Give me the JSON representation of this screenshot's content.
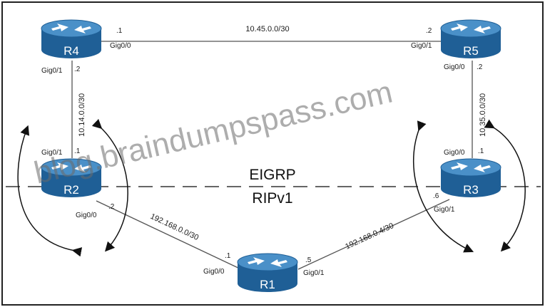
{
  "routers": {
    "r4": {
      "name": "R4"
    },
    "r5": {
      "name": "R5"
    },
    "r2": {
      "name": "R2"
    },
    "r3": {
      "name": "R3"
    },
    "r1": {
      "name": "R1"
    }
  },
  "links": {
    "r4_r5": {
      "network": "10.45.0.0/30",
      "r4_host": ".1",
      "r4_if": "Gig0/0",
      "r5_host": ".2",
      "r5_if": "Gig0/1"
    },
    "r4_r2": {
      "network": "10.14.0.0/30",
      "r4_host": ".2",
      "r4_if": "Gig0/1",
      "r2_host": ".1",
      "r2_if": "Gig0/1"
    },
    "r5_r3": {
      "network": "10.35.0.0/30",
      "r5_host": ".2",
      "r5_if": "Gig0/0",
      "r3_host": ".1",
      "r3_if": "Gig0/0"
    },
    "r2_r1": {
      "network": "192.168.0.0/30",
      "r2_host": ".2",
      "r2_if": "Gig0/0",
      "r1_host": ".1",
      "r1_if": "Gig0/0"
    },
    "r3_r1": {
      "network": "192.168.0.4/30",
      "r3_host": ".6",
      "r3_if": "Gig0/1",
      "r1_host": ".5",
      "r1_if": "Gig0/1"
    }
  },
  "domains": {
    "upper": "EIGRP",
    "lower": "RIPv1"
  },
  "watermark": "blog.braindumpspass.com",
  "colors": {
    "router_top": "#4a90c8",
    "router_side": "#1f5f96",
    "link": "#555555",
    "boundary": "#333333"
  }
}
